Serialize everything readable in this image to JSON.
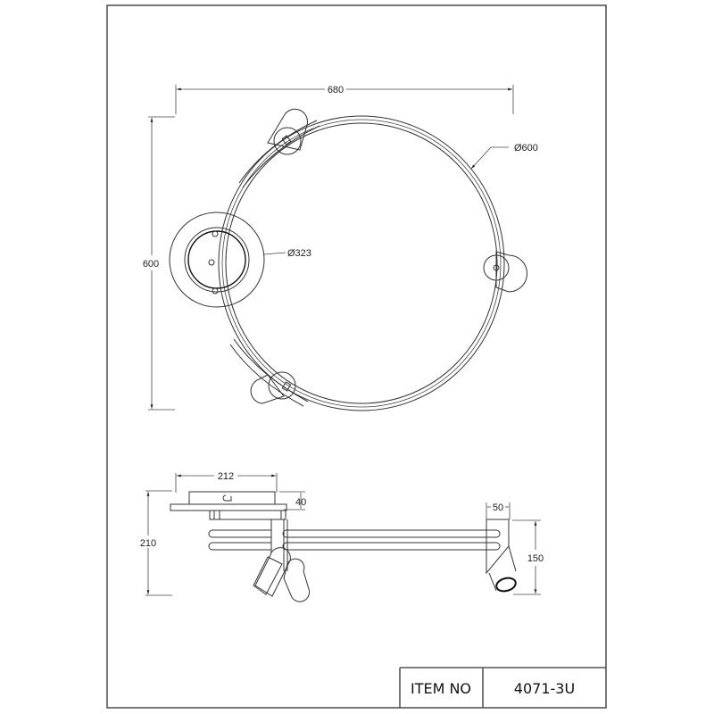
{
  "drawing": {
    "title_block": {
      "label": "ITEM NO",
      "value": "4071-3U"
    },
    "top_view": {
      "dimensions": {
        "overall_width": "680",
        "overall_height": "600",
        "ring_diameter": "Ø600",
        "canopy_diameter": "Ø323"
      },
      "spotlights": 3
    },
    "side_view": {
      "dimensions": {
        "canopy_width": "212",
        "canopy_height": "40",
        "overall_height": "210",
        "spot_width": "50",
        "spot_height": "150"
      }
    },
    "colors": {
      "line": "#333333",
      "frame": "#555555",
      "background": "#ffffff"
    }
  }
}
